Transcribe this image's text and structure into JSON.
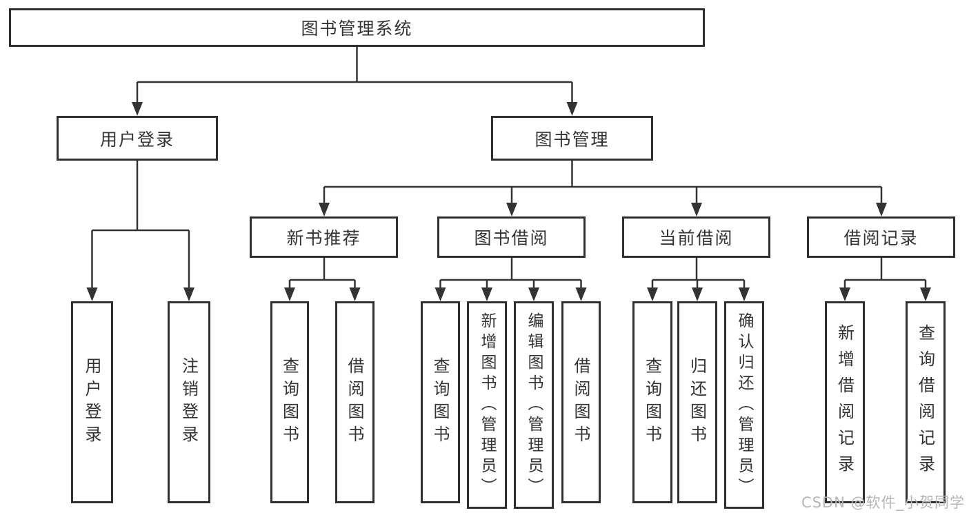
{
  "diagram": {
    "root": "图书管理系统",
    "branches": {
      "user_login": "用户登录",
      "book_management": "图书管理"
    },
    "book_management_children": {
      "new_book_recommend": "新书推荐",
      "book_borrow": "图书借阅",
      "current_borrow": "当前借阅",
      "borrow_records": "借阅记录"
    },
    "leaves": {
      "user_login": "用户登录",
      "logout": "注销登录",
      "rec_query_books": "查询图书",
      "rec_borrow_books": "借阅图书",
      "bb_query_books": "查询图书",
      "bb_add_books": "新增图书（管理员）",
      "bb_edit_books": "编辑图书（管理员）",
      "bb_borrow_books": "借阅图书",
      "cb_query_books": "查询图书",
      "cb_return_books": "归还图书",
      "cb_confirm_return": "确认归还（管理员）",
      "br_add_record": "新增借阅记录",
      "br_query_record": "查询借阅记录"
    }
  },
  "watermark": "CSDN @软件_小贺同学",
  "colors": {
    "line": "#333333",
    "text": "#333333",
    "border": "#2f2f2f",
    "watermark": "#b5b5b5",
    "background": "#ffffff"
  }
}
